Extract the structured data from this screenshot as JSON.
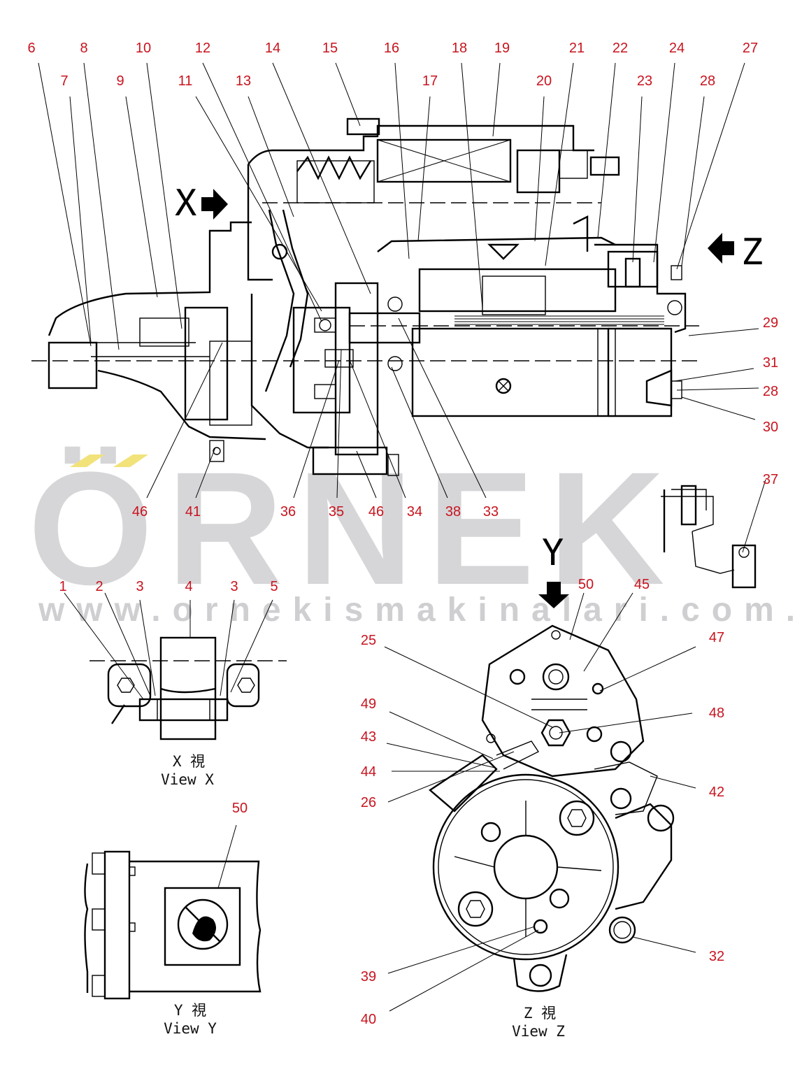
{
  "watermark": {
    "brand": "ÖRNEK",
    "url": "www.ornekismakinalari.com.tr",
    "accent_color": "#f2e27a",
    "text_color": "#d6d6d9"
  },
  "label_color": "#c8141e",
  "main_view": {
    "labels": [
      "6",
      "8",
      "10",
      "12",
      "14",
      "15",
      "16",
      "18",
      "19",
      "21",
      "22",
      "24",
      "27",
      "7",
      "9",
      "11",
      "13",
      "17",
      "20",
      "23",
      "28",
      "29",
      "31",
      "28",
      "30",
      "46",
      "41",
      "36",
      "35",
      "46",
      "34",
      "38",
      "33",
      "37"
    ],
    "marker_x": "X",
    "marker_z": "Z"
  },
  "view_x": {
    "labels": [
      "1",
      "2",
      "3",
      "4",
      "3",
      "5"
    ],
    "caption_jp": "X 視",
    "caption_en": "View X"
  },
  "view_y": {
    "labels": [
      "50"
    ],
    "caption_jp": "Y 視",
    "caption_en": "View Y"
  },
  "view_z": {
    "marker_y": "Y",
    "labels": [
      "50",
      "45",
      "25",
      "47",
      "49",
      "48",
      "43",
      "44",
      "42",
      "26",
      "32",
      "39",
      "40"
    ],
    "caption_jp": "Z 視",
    "caption_en": "View Z"
  }
}
